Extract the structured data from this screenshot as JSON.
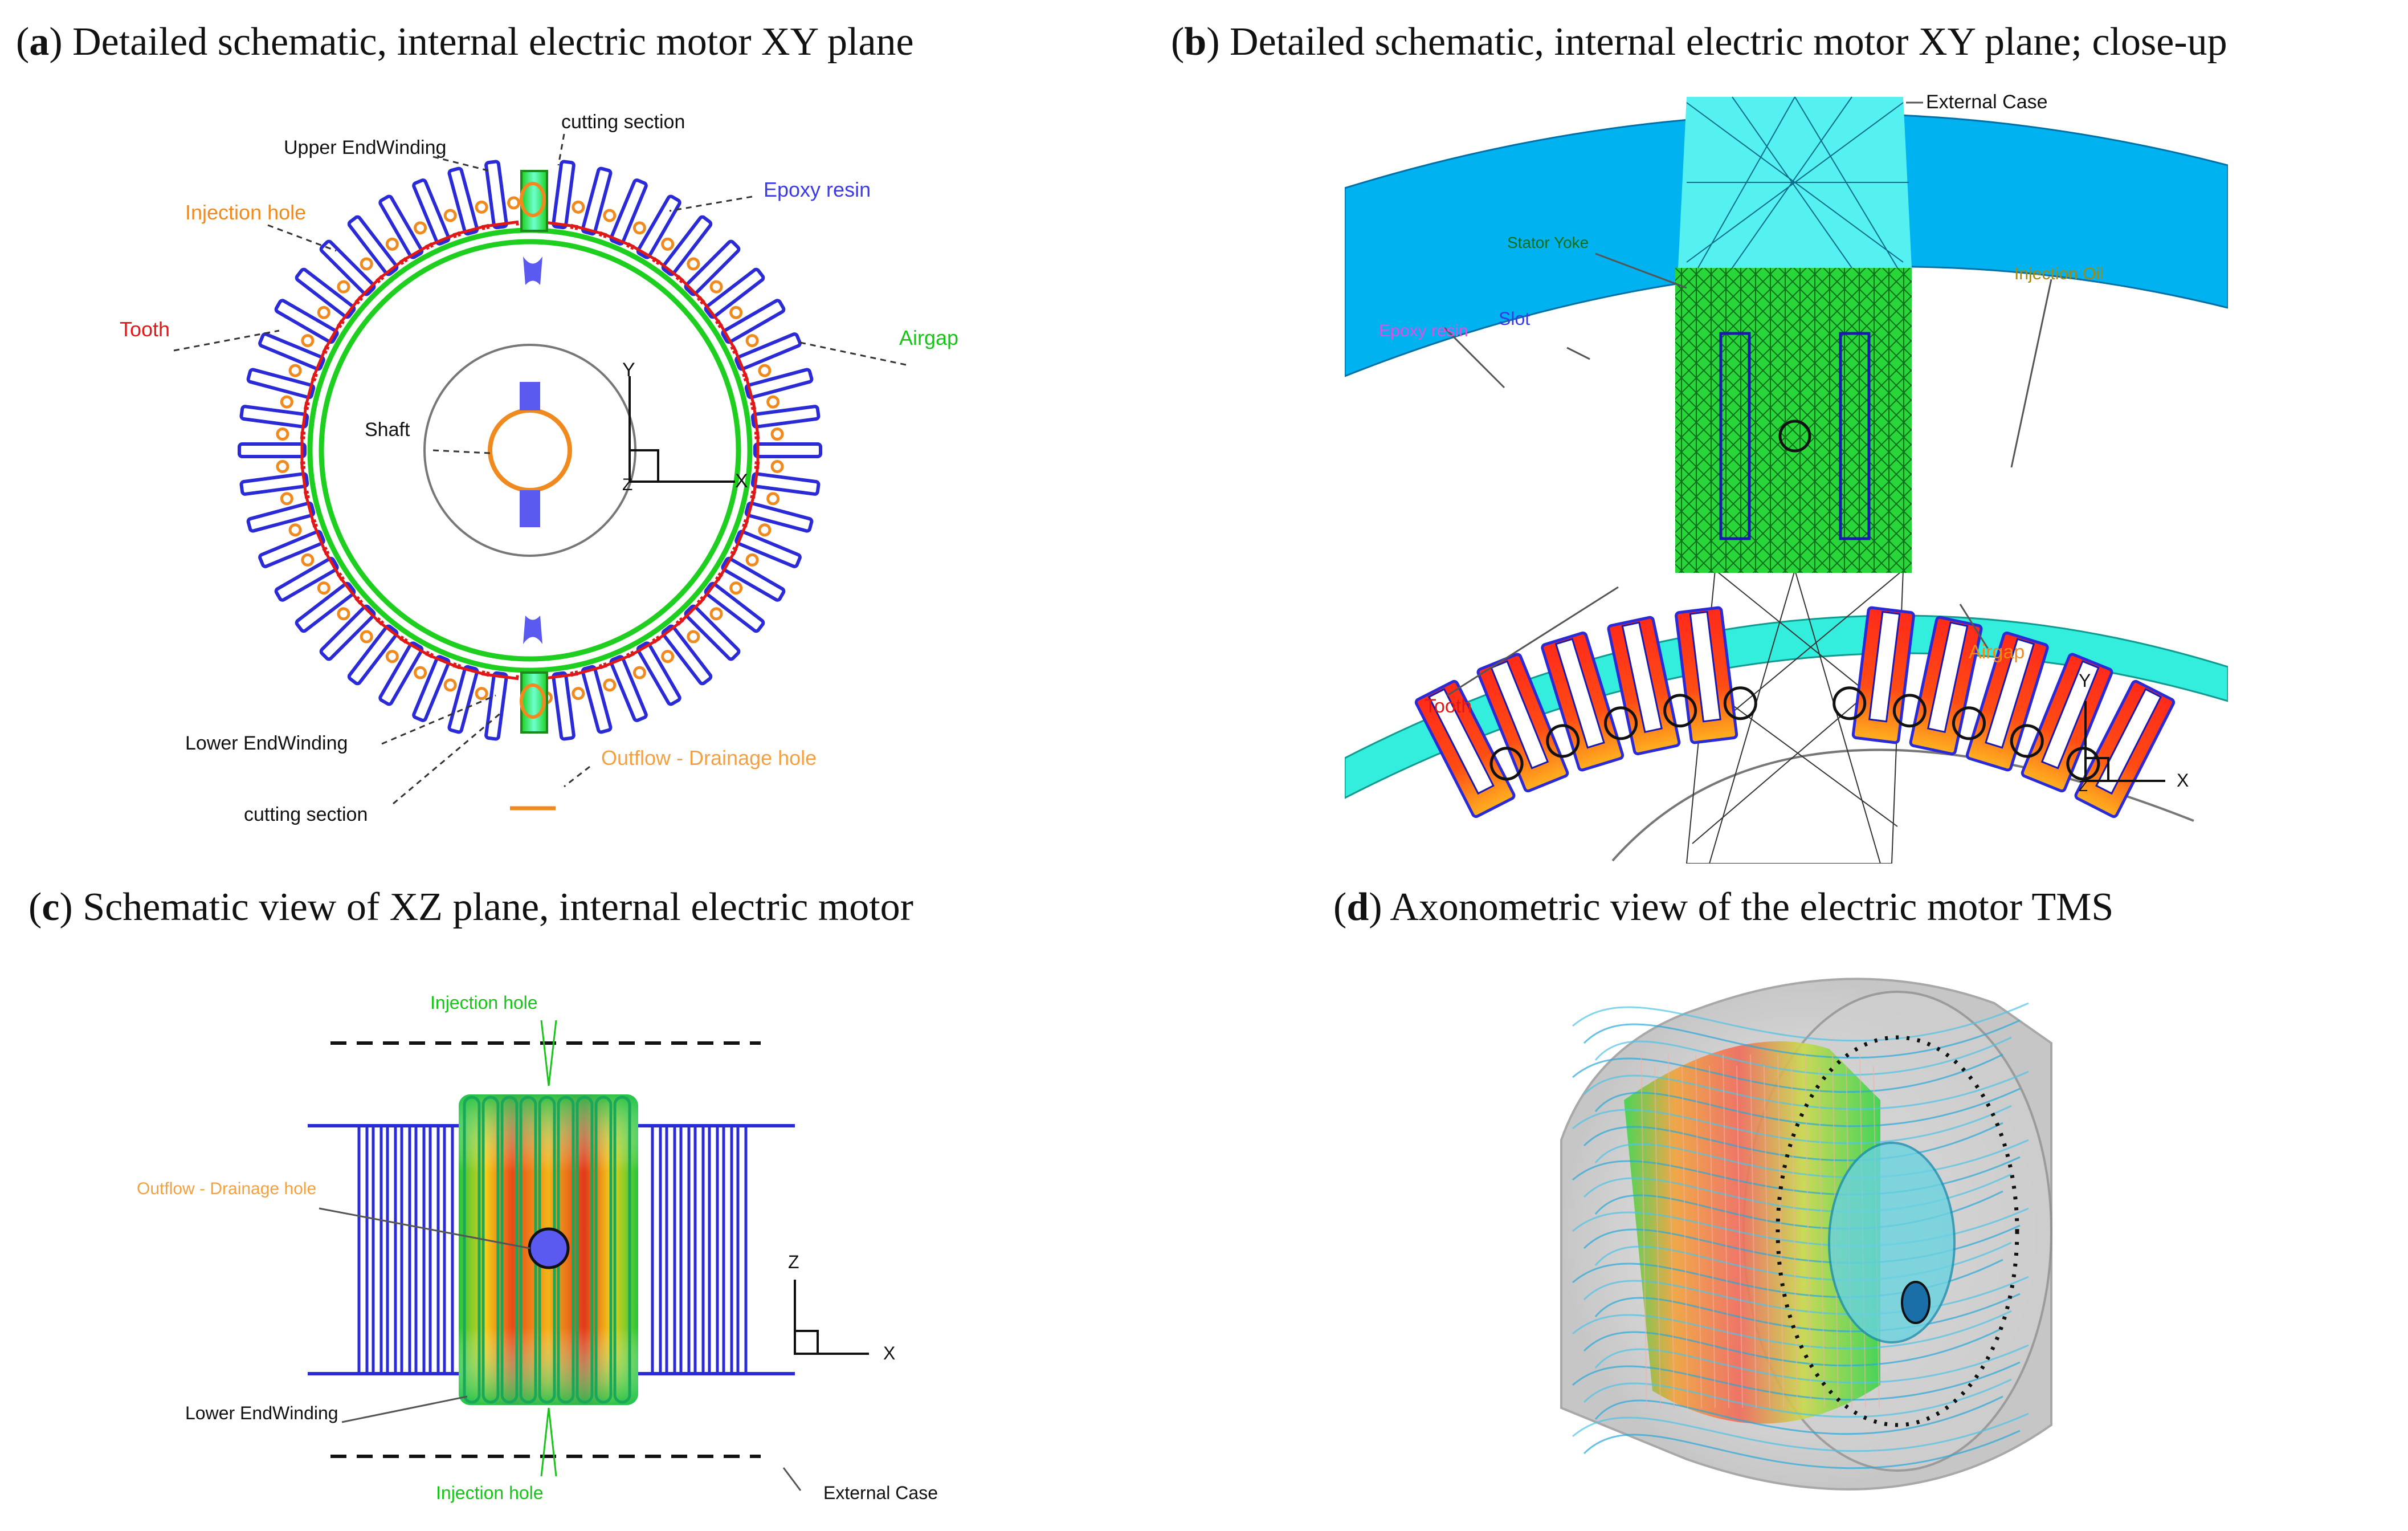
{
  "panels": {
    "a": {
      "letter": "a",
      "title": ") Detailed schematic, internal electric motor XY plane",
      "labels": {
        "cutting_top": "cutting section",
        "upper_endwinding": "Upper EndWinding",
        "epoxy": "Epoxy resin",
        "injection": "Injection hole",
        "tooth": "Tooth",
        "airgap": "Airgap",
        "shaft": "Shaft",
        "lower_endwinding": "Lower EndWinding",
        "outflow": "Outflow - Drainage hole",
        "cutting_bottom": "cutting section",
        "axis_y": "Y",
        "axis_x": "X",
        "axis_z": "Z"
      }
    },
    "b": {
      "letter": "b",
      "title": ") Detailed schematic, internal electric motor XY plane; close-up",
      "labels": {
        "external_case": "External Case",
        "stator_yoke": "Stator Yoke",
        "injection_oil": "Injection Oil",
        "epoxy": "Epoxy resin",
        "slot": "Slot",
        "airgap": "Airgap",
        "tooth": "Tooth",
        "axis_y": "Y",
        "axis_x": "X",
        "axis_z": "Z"
      }
    },
    "c": {
      "letter": "c",
      "title": ") Schematic view of XZ plane, internal electric motor",
      "labels": {
        "injection_top": "Injection hole",
        "outflow": "Outflow - Drainage hole",
        "lower_endwinding": "Lower EndWinding",
        "injection_bottom": "Injection hole",
        "external_case": "External Case",
        "axis_z": "Z",
        "axis_x": "X"
      }
    },
    "d": {
      "letter": "d",
      "title": ") Axonometric view of the electric motor TMS"
    }
  },
  "colors": {
    "blue_outline": "#2a2ad6",
    "green_ring": "#1fcf1f",
    "red_tooth": "#e01818",
    "orange_hole": "#f08a1e",
    "label_blue": "#3a3ae6",
    "label_green": "#18c418",
    "label_red": "#e01818",
    "label_orange": "#f5a040",
    "case_cyan": "#00b2ef",
    "airgap_cyan": "#33eedd"
  }
}
